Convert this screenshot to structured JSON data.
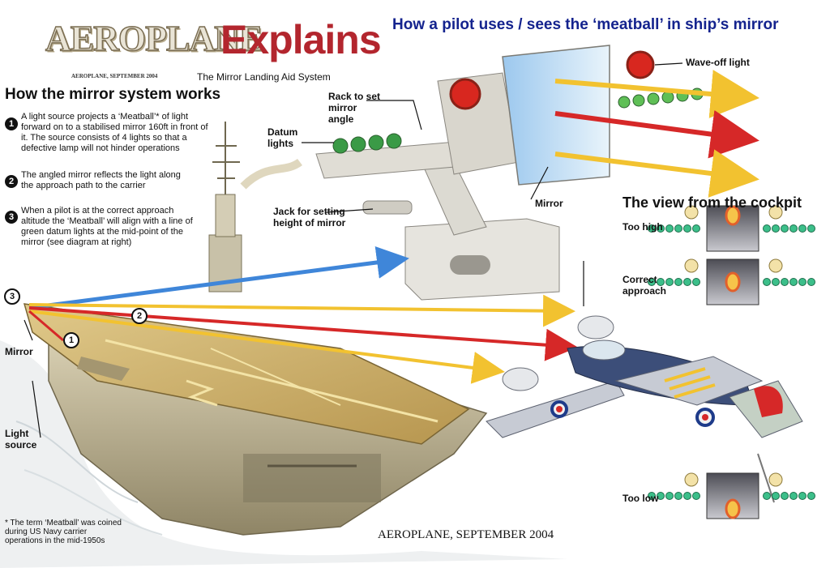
{
  "header": {
    "masthead": "AEROPLANE",
    "explains": "Explains",
    "headline": "How a pilot uses / sees the ‘meatball’ in ship’s mirror",
    "dateline": "AEROPLANE, SEPTEMBER 2004",
    "subtitle": "The Mirror Landing Aid System"
  },
  "how_it_works": {
    "title": "How the mirror system works",
    "steps": [
      {
        "num": "1",
        "text": "A light source projects a ‘Meatball’* of light forward on to a stabilised mirror 160ft in front of it. The source consists of 4 lights so that a defective lamp will not hinder operations"
      },
      {
        "num": "2",
        "text": "The angled mirror reflects the light along the approach path to the carrier"
      },
      {
        "num": "3",
        "text": "When a pilot is at the correct approach altitude the ‘Meatball’ will align with a line of green datum lights at the mid-point of the mirror (see diagram at right)"
      }
    ]
  },
  "mirror_labels": {
    "rack": "Rack to set mirror angle",
    "datum": "Datum lights",
    "jack": "Jack for setting height of mirror",
    "mirror": "Mirror",
    "waveoff": "Wave-off light"
  },
  "ship_labels": {
    "mirror": "Mirror",
    "light_source": "Light source",
    "markers": [
      "3",
      "2",
      "1"
    ]
  },
  "cockpit": {
    "title": "The view from the cockpit",
    "states": [
      {
        "label": "Too high",
        "position": "high"
      },
      {
        "label": "Correct approach",
        "position": "center"
      },
      {
        "label": "Too low",
        "position": "low"
      }
    ]
  },
  "footnote": "* The term ‘Meatball’ was coined during US Navy carrier operations in the mid-1950s",
  "credit": "AEROPLANE, SEPTEMBER 2004",
  "colors": {
    "beam_yellow": "#f2c230",
    "beam_red": "#d62828",
    "beam_blue": "#3f86d9",
    "datum_green": "#3cbf8a",
    "meatball": "#f08a1c",
    "headline_blue": "#14238e",
    "explains_red": "#b3262e"
  }
}
